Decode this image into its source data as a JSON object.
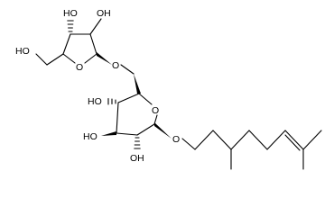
{
  "molecule": {
    "atom_labels": {
      "furanose_oh_3": "HO",
      "furanose_oh_2": "OH",
      "furanose_ch2oh": "HO",
      "furanose_ring_o": "O",
      "glycosidic_o": "O",
      "glucose_oh_4": "HO",
      "glucose_ring_o": "O",
      "glucose_oh_3": "HO",
      "glucose_oh_2": "OH",
      "aglycone_o": "O"
    }
  }
}
